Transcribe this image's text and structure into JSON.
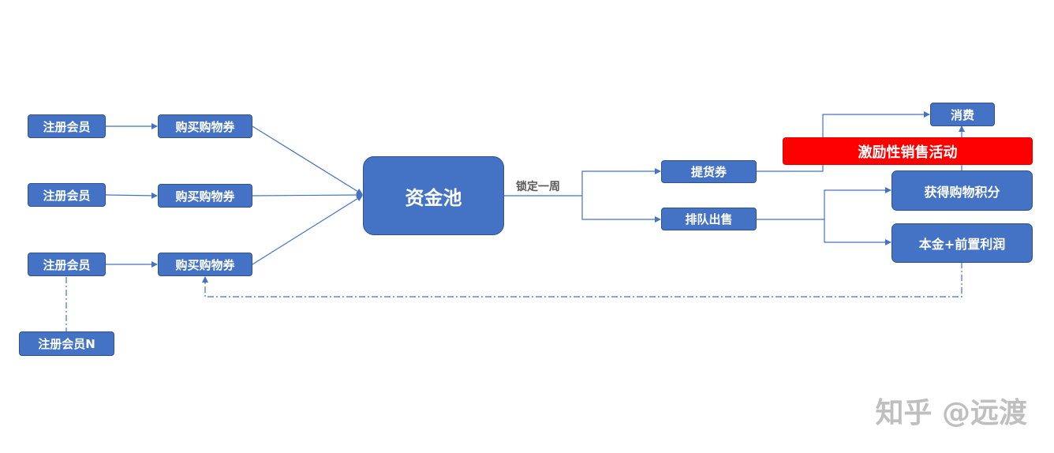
{
  "members": [
    "注册会员",
    "注册会员",
    "注册会员"
  ],
  "member_n": "注册会员N",
  "buy_vouchers": [
    "购买购物券",
    "购买购物券",
    "购买购物券"
  ],
  "fund_pool": "资金池",
  "lock_label": "锁定一周",
  "pickup_voucher": "提货券",
  "queue_sale": "排队出售",
  "consume": "消费",
  "promo": "激励性销售活动",
  "get_points": "获得购物积分",
  "principal_profit": "本金+前置利润",
  "watermark": "知乎 @远渡",
  "colors": {
    "node_fill": "#4472c4",
    "promo_fill": "#ff0000",
    "line": "#4472c4"
  }
}
